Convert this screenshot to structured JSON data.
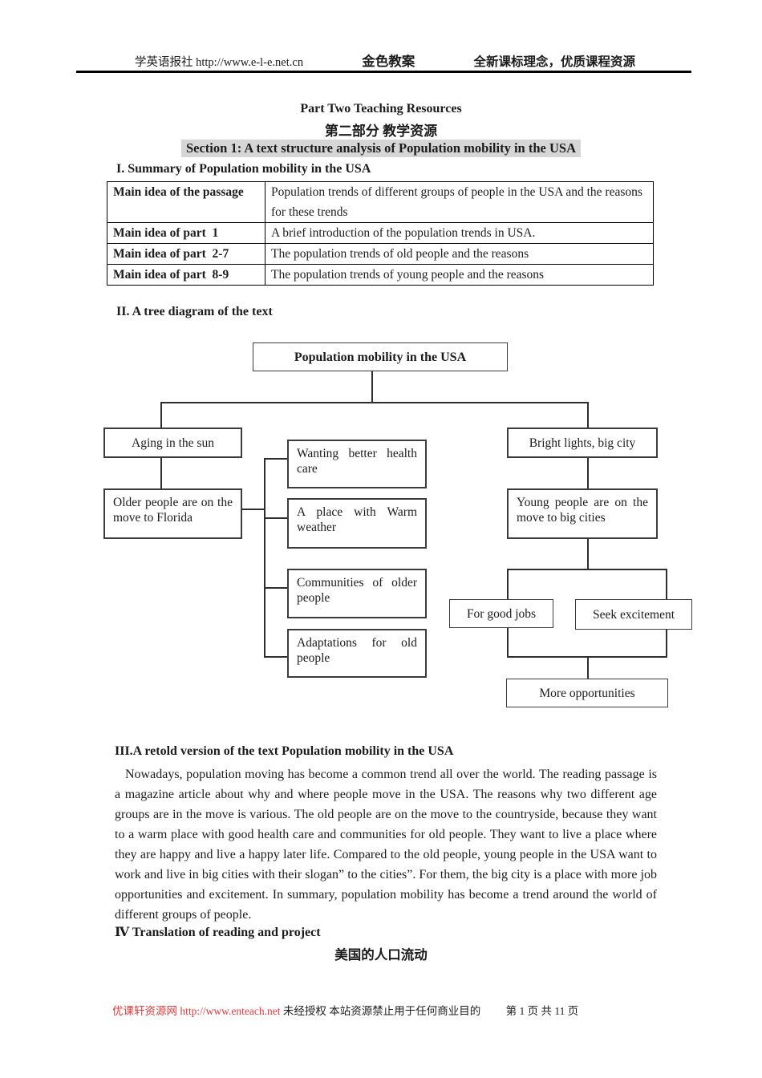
{
  "header": {
    "site": "学英语报社 http://www.e-l-e.net.cn",
    "brand": "金色教案",
    "slogan": "全新课标理念，优质课程资源"
  },
  "titles": {
    "part": "Part Two Teaching Resources",
    "part_cn": "第二部分  教学资源",
    "section": "Section 1: A text structure analysis of Population mobility in the USA",
    "summary_heading": "I. Summary of Population mobility in the USA",
    "tree_heading": "II. A tree diagram of the text",
    "retold_heading": "III.A retold version of the text Population mobility in the USA",
    "translation_heading": "Ⅳ Translation of reading and project",
    "translation_title_cn": "美国的人口流动"
  },
  "summary_table": {
    "rows": [
      {
        "label": "Main idea of the passage",
        "value": "Population trends of different groups of people in the USA and the reasons for these trends"
      },
      {
        "label": "Main idea of part  1",
        "value": "A brief introduction of the population trends in USA."
      },
      {
        "label": "Main idea of part  2-7",
        "value": "The population trends of old people and the reasons"
      },
      {
        "label": "Main idea of part  8-9",
        "value": "The population trends of young people and the reasons"
      }
    ]
  },
  "tree": {
    "root": "Population mobility in the USA",
    "left": {
      "title": "Aging in the sun",
      "main": "Older people are on the move to Florida",
      "reasons": [
        "Wanting better health care",
        "A place with Warm weather",
        "Communities of older people",
        "Adaptations for old people"
      ]
    },
    "right": {
      "title": "Bright lights, big city",
      "main": "Young people are on the move to big cities",
      "reasons": [
        "For good jobs",
        "Seek excitement"
      ],
      "conclusion": "More opportunities"
    }
  },
  "retold_text": "Nowadays, population moving has become a common trend all over the world. The reading passage is a magazine article about why and where people move in the USA. The reasons why two different age groups are in the move is various. The old people are on the move to the countryside, because they want to a warm place with good health care and communities for old people. They want to live a place where they are happy and live a happy later life. Compared to the old people, young people in the USA want to work and live in big cities with their slogan” to the cities”. For them, the big city is a place with more job opportunities and excitement. In summary, population mobility has become a trend around the world of different groups of people.",
  "footer": {
    "red": "优课轩资源网 http://www.enteach.net",
    "notice": "未经授权 本站资源禁止用于任何商业目的",
    "page": "第 1 页 共 11 页"
  },
  "colors": {
    "highlight": "#d6d6d6",
    "footer_red": "#e23a3a"
  }
}
